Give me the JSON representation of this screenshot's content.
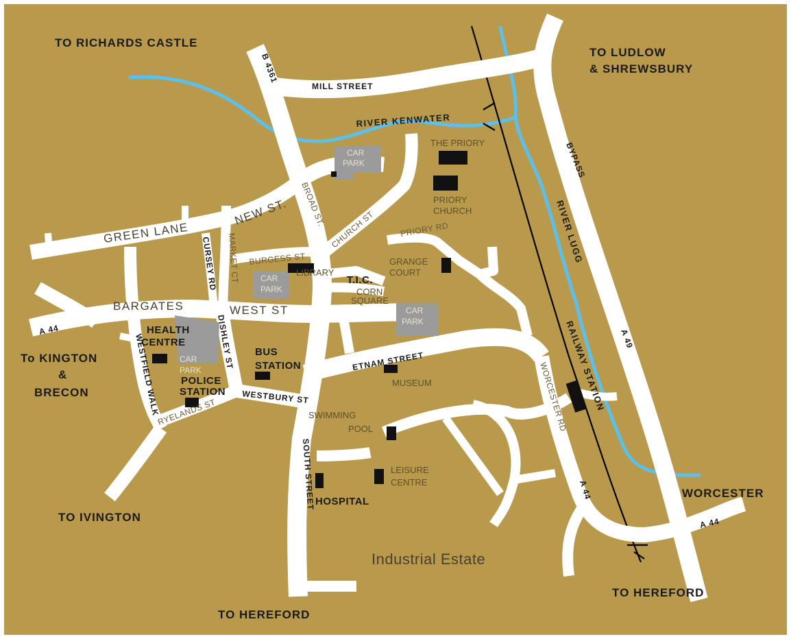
{
  "map": {
    "colors": {
      "land": "#b9994c",
      "road": "#ffffff",
      "river": "#5bc0eb",
      "rail": "#000000",
      "building": "#111111",
      "car_park": "#9b9b9b"
    },
    "destinations": {
      "richards_castle": "TO RICHARDS CASTLE",
      "ludlow_line1": "TO LUDLOW",
      "ludlow_line2": "& SHREWSBURY",
      "kington_line1": "To KINGTON",
      "kington_line2": "&",
      "kington_line3": "BRECON",
      "ivington": "TO IVINGTON",
      "hereford_south": "TO HEREFORD",
      "hereford_east": "TO HEREFORD",
      "worcester": "WORCESTER"
    },
    "roads": {
      "b4361": "B 4361",
      "mill_street": "MILL STREET",
      "green_lane": "GREEN LANE",
      "new_st": "NEW ST.",
      "broad_st": "BROAD ST.",
      "church_st": "CHURCH ST",
      "burgess_st": "BURGESS ST",
      "bargates": "BARGATES",
      "west_st": "WEST ST",
      "a44_west": "A 44",
      "etnam_street": "ETNAM STREET",
      "south_street": "SOUTH STREET",
      "worcester_rd": "WORCESTER RD",
      "a44_wr": "A 44",
      "a44_east": "A 44",
      "bypass": "BYPASS",
      "a49": "A 49",
      "ryelands_st": "RYELANDS ST",
      "westbury_st": "WESTBURY ST",
      "dishley_st": "DISHLEY ST",
      "westfield_walk": "WESTFIELD WALK",
      "cursey_rd": "CURSEY RD",
      "market_ct": "MARKET CT",
      "priory_rd": "PRIORY RD"
    },
    "rivers": {
      "kenwater": "RIVER KENWATER",
      "lugg": "RIVER LUGG"
    },
    "railway": "RAILWAY STATION",
    "places": {
      "car_park_north_1": "CAR",
      "car_park_north_2": "PARK",
      "car_park_library_1": "CAR",
      "car_park_library_2": "PARK",
      "car_park_east_1": "CAR",
      "car_park_east_2": "PARK",
      "car_park_health_1": "CAR",
      "car_park_health_2": "PARK",
      "the_priory": "THE PRIORY",
      "priory_church_1": "PRIORY",
      "priory_church_2": "CHURCH",
      "grange_court_1": "GRANGE",
      "grange_court_2": "COURT",
      "library": "LIBRARY",
      "tic": "T.I.C.",
      "corn_square_1": "CORN",
      "corn_square_2": "SQUARE",
      "health_centre_1": "HEALTH",
      "health_centre_2": "CENTRE",
      "police_station_1": "POLICE",
      "police_station_2": "STATION",
      "bus_station_1": "BUS",
      "bus_station_2": "STATION",
      "museum": "MUSEUM",
      "swimming_pool_1": "SWIMMING",
      "swimming_pool_2": "POOL",
      "leisure_centre_1": "LEISURE",
      "leisure_centre_2": "CENTRE",
      "hospital": "HOSPITAL",
      "industrial_estate": "Industrial Estate"
    }
  }
}
